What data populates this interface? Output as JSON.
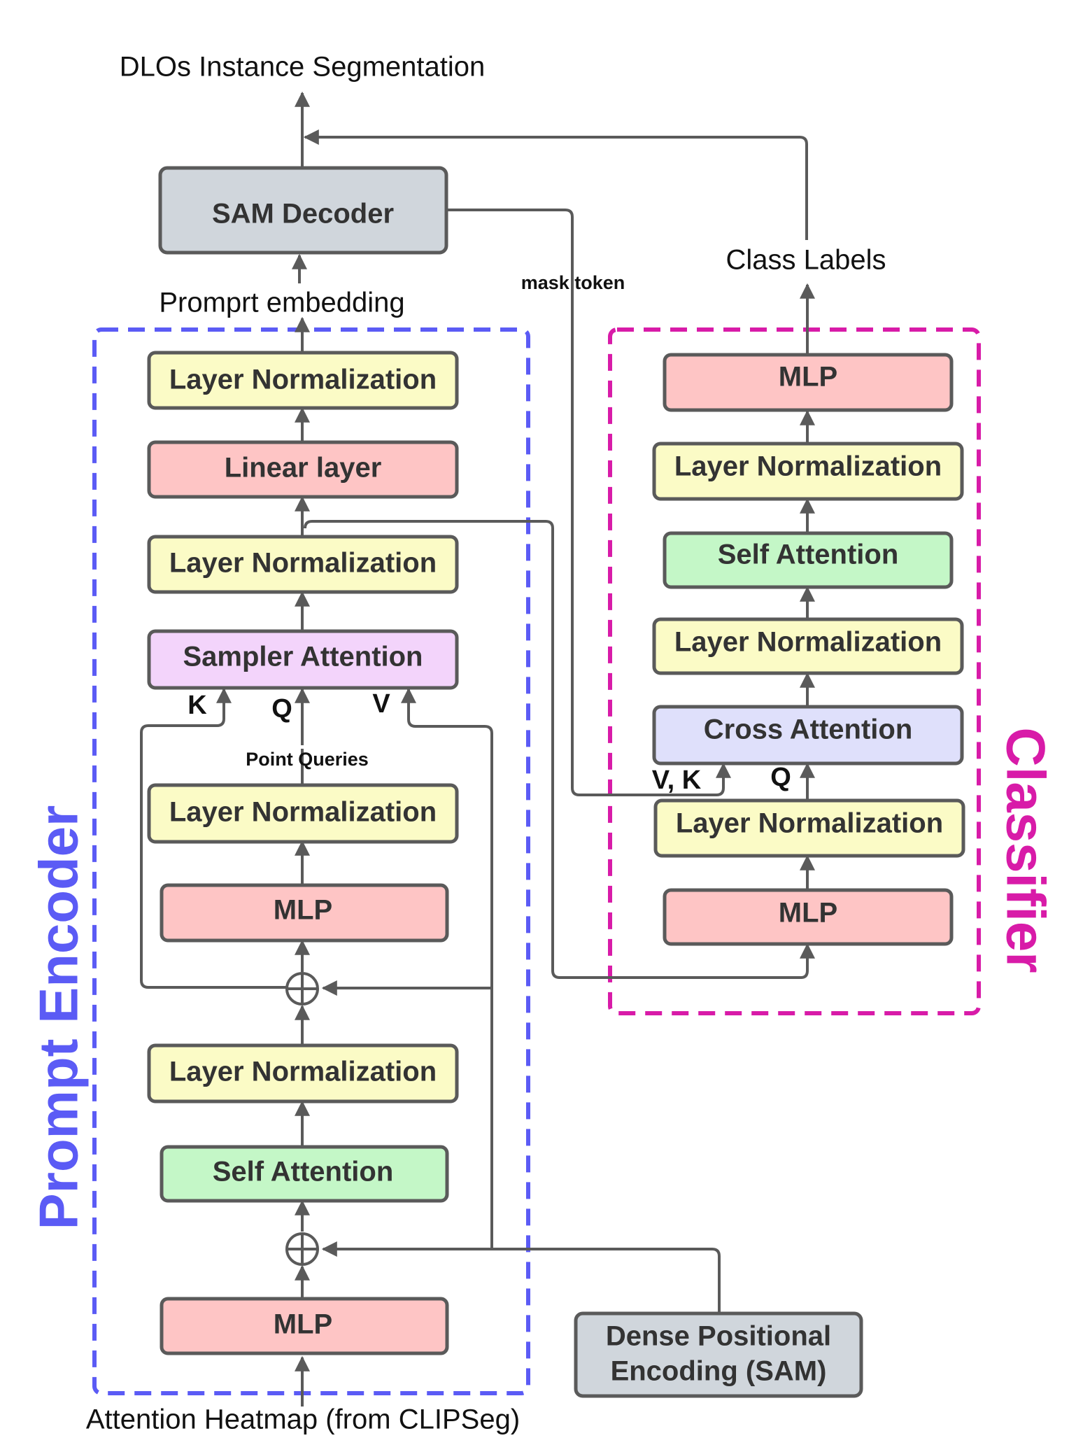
{
  "labels": {
    "output": "DLOs Instance Segmentation",
    "prompt_embedding": "Promprt embedding",
    "class_labels": "Class Labels",
    "mask_token": "mask token",
    "point_queries": "Point Queries",
    "input": "Attention Heatmap (from CLIPSeg)",
    "k": "K",
    "q": "Q",
    "v": "V",
    "vk": "V, K",
    "q2": "Q"
  },
  "prompt_encoder": {
    "title": "Prompt Encoder",
    "color": "#5b5bf5",
    "blocks": {
      "ln_top": "Layer Normalization",
      "linear": "Linear layer",
      "ln_2": "Layer Normalization",
      "sampler": "Sampler Attention",
      "ln_3": "Layer Normalization",
      "mlp_1": "MLP",
      "ln_4": "Layer Normalization",
      "self_attention": "Self Attention",
      "mlp_bottom": "MLP"
    }
  },
  "classifier": {
    "title": "Classifier",
    "color": "#d81ba8",
    "blocks": {
      "mlp_top": "MLP",
      "ln_1": "Layer Normalization",
      "self_attention": "Self Attention",
      "ln_2": "Layer Normalization",
      "cross_attention": "Cross Attention",
      "ln_3": "Layer Normalization",
      "mlp_bottom": "MLP"
    }
  },
  "sam_decoder": "SAM Decoder",
  "dense_pe": {
    "line1": "Dense Positional",
    "line2": "Encoding (SAM)"
  },
  "colors": {
    "layer_norm": "#fbfbc6",
    "mlp_linear": "#fec5c5",
    "self_attention": "#c4f7c7",
    "sampler_attention": "#f3d4fb",
    "cross_attention": "#dfe0fb",
    "gray_block": "#d0d6dc",
    "stroke": "#5a5a5a"
  }
}
